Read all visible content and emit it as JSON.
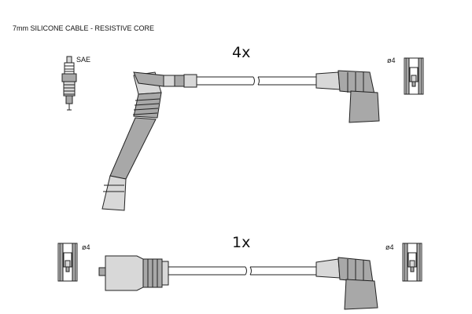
{
  "header": {
    "spec": "7mm SILICONE CABLE - RESISTIVE CORE"
  },
  "top_set": {
    "quantity": "4x"
  },
  "bottom_set": {
    "quantity": "1x"
  },
  "labels": {
    "spark_plug": "SAE",
    "terminal_top_right": "ø4",
    "terminal_bottom_left": "ø4",
    "terminal_bottom_right": "ø4"
  },
  "colors": {
    "cable": "#ffffff",
    "boot": "#a8a8a8",
    "outline": "#222222",
    "metal": "#cfcfcf"
  }
}
